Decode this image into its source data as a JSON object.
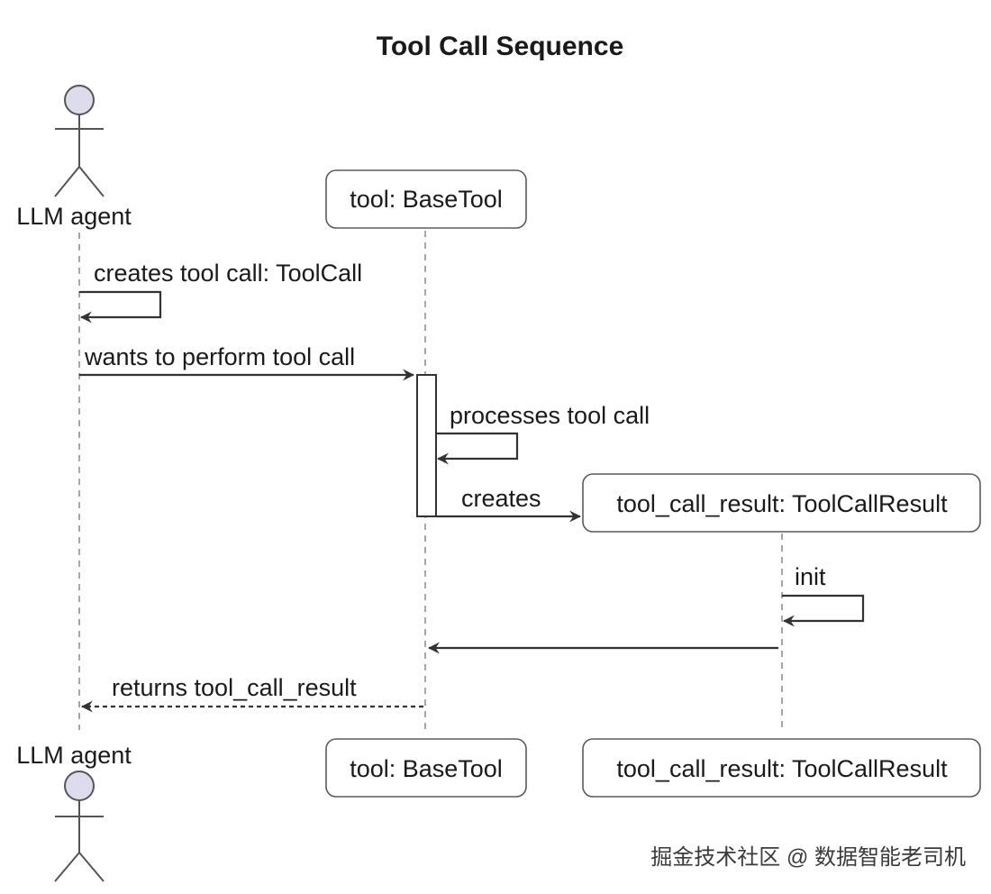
{
  "title": "Tool Call Sequence",
  "participants": {
    "agent": "LLM agent",
    "tool": "tool: BaseTool",
    "result": "tool_call_result: ToolCallResult"
  },
  "messages": {
    "m1": "creates tool call: ToolCall",
    "m2": "wants to perform tool call",
    "m3": "processes tool call",
    "m4": "creates",
    "m5": "init",
    "m6": "",
    "m7": "returns tool_call_result"
  },
  "watermark": "掘金技术社区 @ 数据智能老司机"
}
